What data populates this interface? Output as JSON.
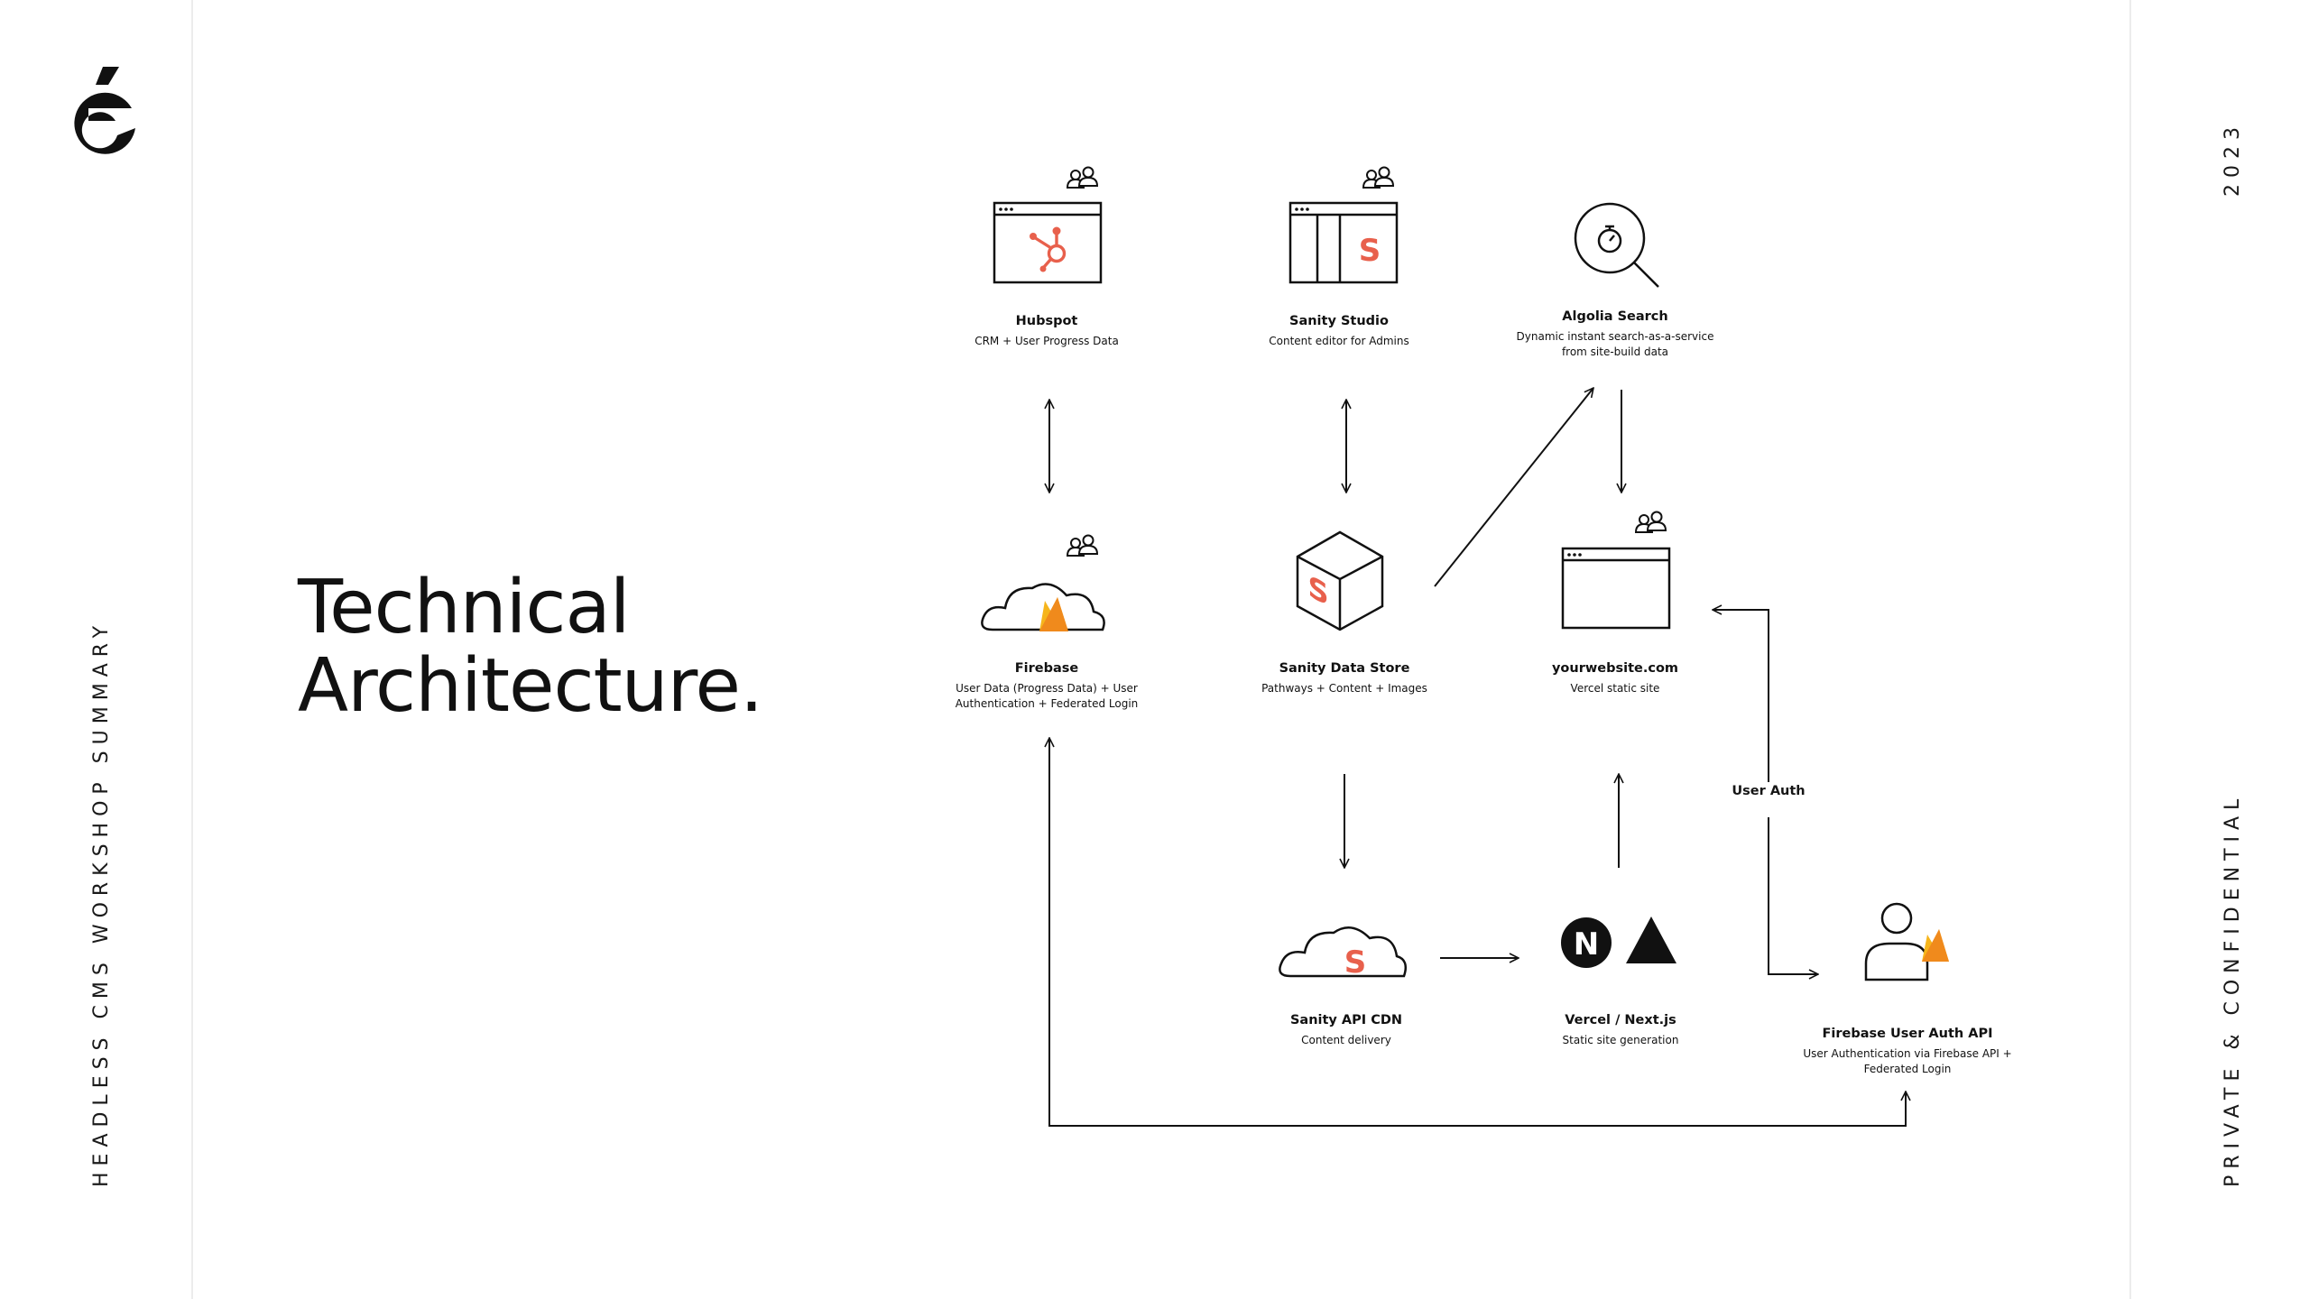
{
  "sidebar": {
    "vertical_title": "HEADLESS CMS WORKSHOP SUMMARY"
  },
  "right_rail": {
    "year": "2023",
    "confidentiality": "PRIVATE & CONFIDENTIAL"
  },
  "slide": {
    "title_line1": "Technical",
    "title_line2": "Architecture."
  },
  "colors": {
    "text": "#161616",
    "accent": "#e8604c",
    "firebase_yellow": "#f6b51c",
    "firebase_orange": "#f08a1c"
  },
  "nodes": {
    "hubspot": {
      "name": "Hubspot",
      "desc": "CRM + User Progress Data",
      "icon": "browser-hubspot-icon"
    },
    "sanity_studio": {
      "name": "Sanity Studio",
      "desc": "Content editor for Admins",
      "icon": "browser-sanity-icon"
    },
    "algolia": {
      "name": "Algolia Search",
      "desc1": "Dynamic instant search-as-a-service",
      "desc2": "from site-build data",
      "icon": "magnifier-stopwatch-icon"
    },
    "firebase": {
      "name": "Firebase",
      "desc1": "User Data (Progress Data) + User",
      "desc2": "Authentication + Federated Login",
      "icon": "cloud-firebase-icon"
    },
    "sanity_store": {
      "name": "Sanity Data Store",
      "desc": "Pathways + Content + Images",
      "icon": "cube-sanity-icon"
    },
    "website": {
      "name": "yourwebsite.com",
      "desc": "Vercel static site",
      "icon": "browser-window-icon"
    },
    "sanity_cdn": {
      "name": "Sanity API CDN",
      "desc": "Content delivery",
      "icon": "cloud-sanity-icon"
    },
    "vercel": {
      "name": "Vercel / Next.js",
      "desc": "Static site generation",
      "icon": "nextjs-vercel-icon"
    },
    "firebase_auth": {
      "name": "Firebase User Auth API",
      "desc1": "User Authentication via Firebase API +",
      "desc2": "Federated Login",
      "icon": "user-firebase-icon"
    }
  },
  "edges": {
    "user_auth_label": "User Auth"
  },
  "icon_glyphs": {
    "sanity_letter": "S",
    "next_letter": "N"
  }
}
